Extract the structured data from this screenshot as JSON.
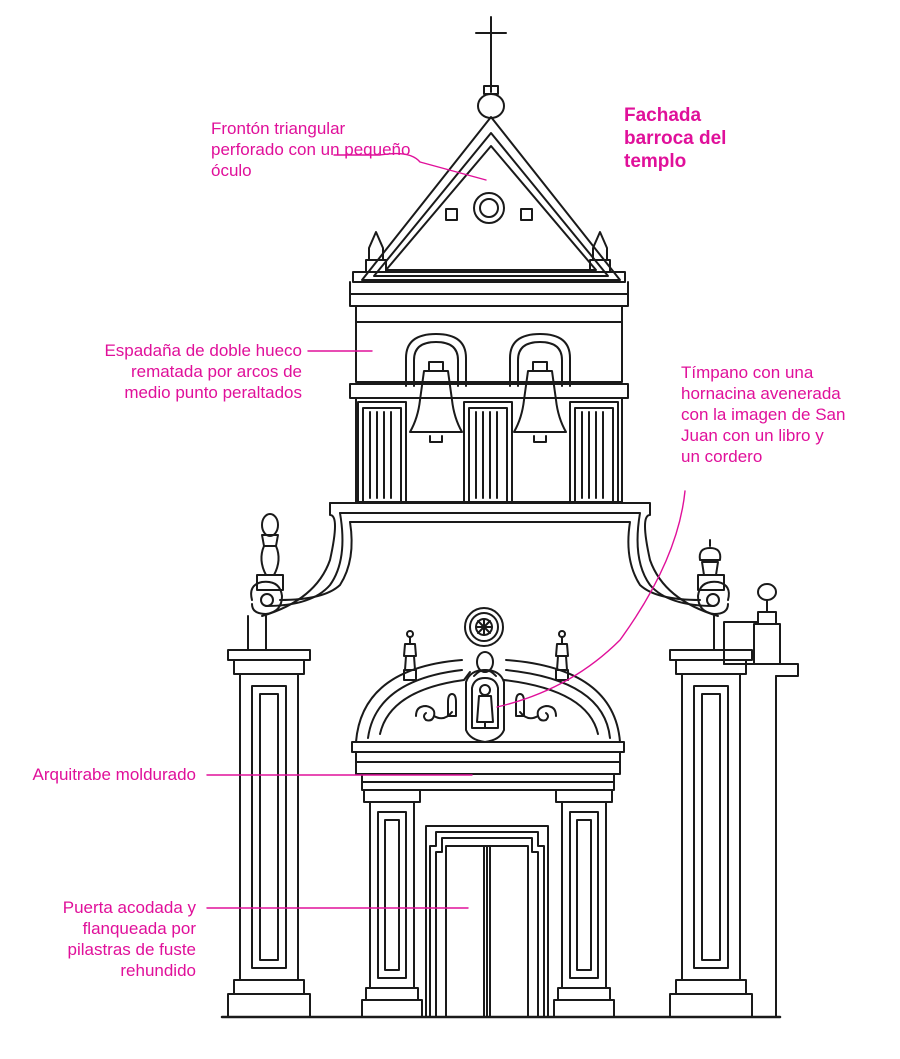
{
  "title": {
    "lines": [
      "Fachada",
      "barroca del",
      "templo"
    ],
    "color": "#e0109a"
  },
  "labels": [
    {
      "id": "fronton",
      "lines": [
        "Frontón triangular",
        "perforado con un pequeño",
        "óculo"
      ]
    },
    {
      "id": "espadana",
      "lines": [
        "Espadaña de doble hueco",
        "rematada por arcos de",
        "medio punto peraltados"
      ]
    },
    {
      "id": "timpano",
      "lines": [
        "Tímpano con una",
        "hornacina avenerada",
        "con la imagen de San",
        "Juan con un libro y",
        "un cordero"
      ]
    },
    {
      "id": "arquitrabe",
      "lines": [
        "Arquitrabe moldurado"
      ]
    },
    {
      "id": "puerta",
      "lines": [
        "Puerta acodada y",
        "flanqueada por",
        "pilastras de fuste",
        "rehundido"
      ]
    }
  ],
  "colors": {
    "accent": "#e0109a",
    "line": "#1a1a1a",
    "background": "#ffffff"
  }
}
